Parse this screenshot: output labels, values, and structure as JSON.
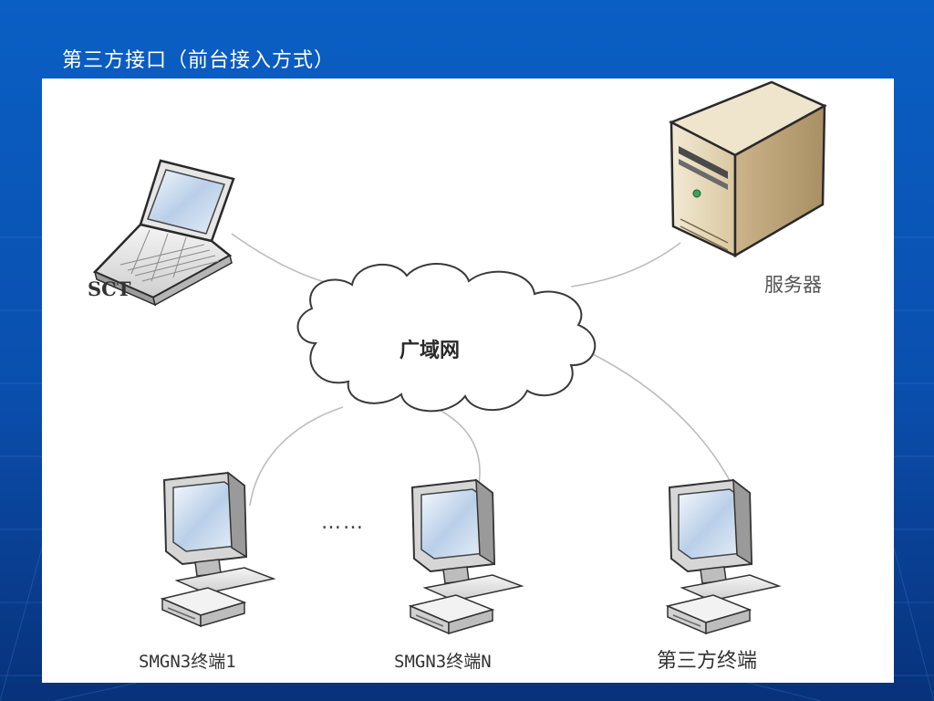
{
  "slide": {
    "title": "第三方接口（前台接入方式）"
  },
  "diagram": {
    "nodes": {
      "laptop": {
        "label": "SCT",
        "icon": "laptop-icon"
      },
      "server": {
        "label": "服务器",
        "icon": "server-icon"
      },
      "cloud": {
        "label": "广域网",
        "icon": "cloud-icon"
      },
      "terminal_1": {
        "label": "SMGN3终端1",
        "icon": "desktop-computer-icon"
      },
      "terminal_n": {
        "label": "SMGN3终端N",
        "icon": "desktop-computer-icon"
      },
      "terminal_third": {
        "label": "第三方终端",
        "icon": "desktop-computer-icon"
      }
    },
    "ellipsis": "……",
    "connections": [
      [
        "laptop",
        "cloud"
      ],
      [
        "server",
        "cloud"
      ],
      [
        "cloud",
        "terminal_1"
      ],
      [
        "cloud",
        "terminal_n"
      ],
      [
        "cloud",
        "terminal_third"
      ]
    ]
  },
  "colors": {
    "background": "#0a4fae",
    "panel": "#ffffff",
    "title_text": "#ffffff"
  }
}
